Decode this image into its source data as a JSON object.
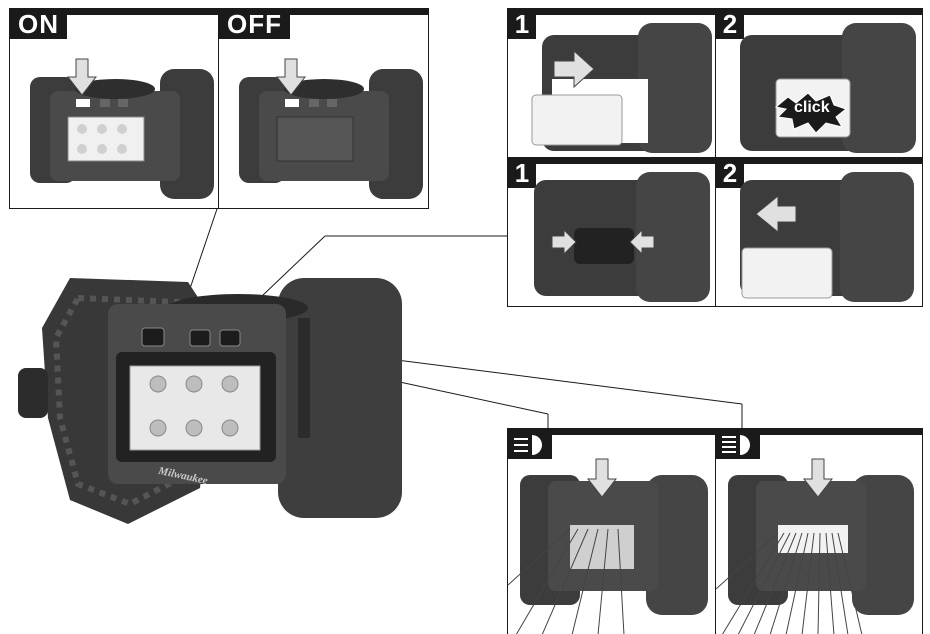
{
  "state_panels": {
    "on_label": "ON",
    "off_label": "OFF"
  },
  "battery_panels": {
    "insert": {
      "step1": "1",
      "step2": "2",
      "click_text": "click"
    },
    "remove": {
      "step1": "1",
      "step2": "2"
    }
  },
  "mode_panels": {
    "low_icon": "headlight-low-icon",
    "high_icon": "headlight-high-icon"
  },
  "brand_mark": "Milwaukee",
  "colors": {
    "ink": "#1a1a1a",
    "body": "#3c3c3c",
    "body_light": "#5a5a5a",
    "led": "#e8e8e8"
  }
}
